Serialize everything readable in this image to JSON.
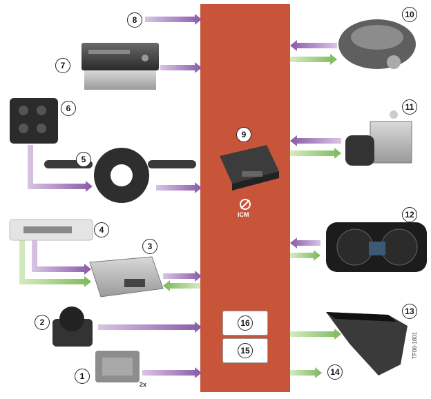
{
  "components": [
    {
      "id": "1",
      "label": "1",
      "qty": "2x"
    },
    {
      "id": "2",
      "label": "2"
    },
    {
      "id": "3",
      "label": "3"
    },
    {
      "id": "4",
      "label": "4"
    },
    {
      "id": "5",
      "label": "5"
    },
    {
      "id": "6",
      "label": "6"
    },
    {
      "id": "7",
      "label": "7"
    },
    {
      "id": "8",
      "label": "8"
    },
    {
      "id": "9",
      "label": "9"
    },
    {
      "id": "10",
      "label": "10"
    },
    {
      "id": "11",
      "label": "11"
    },
    {
      "id": "12",
      "label": "12"
    },
    {
      "id": "13",
      "label": "13"
    },
    {
      "id": "14",
      "label": "14"
    },
    {
      "id": "15",
      "label": "15"
    },
    {
      "id": "16",
      "label": "16"
    }
  ],
  "central_unit_label": "ICM",
  "figure_code": "TF08-1801",
  "colors": {
    "central_bar": "#c8553a",
    "arrow_purple": "#a983c0",
    "arrow_green": "#9cc87a"
  }
}
